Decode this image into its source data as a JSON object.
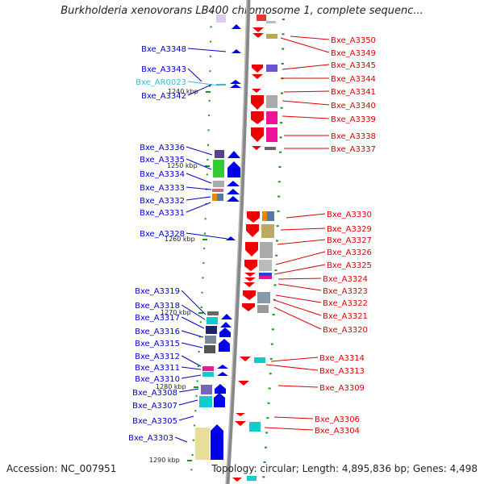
{
  "title": "Burkholderia xenovorans LB400 chromosome 1, complete sequenc...",
  "footer": {
    "accession": "Accession: NC_007951",
    "summary": "Topology: circular; Length: 4,895,836 bp; Genes: 4,498"
  },
  "colors": {
    "left_strand_label": "#0000cc",
    "right_strand_label": "#dd0000",
    "rna_label": "#33bbdd",
    "backbone": "#888888",
    "tick": "#119911"
  },
  "kbp_ticks": [
    "1240 kbp",
    "1250 kbp",
    "1260 kbp",
    "1270 kbp",
    "1280 kbp",
    "1290 kbp"
  ],
  "left_labels": [
    "Bxe_A3348",
    "Bxe_A3343",
    "Bxe_AR0023",
    "Bxe_A3342",
    "Bxe_A3336",
    "Bxe_A3335",
    "Bxe_A3334",
    "Bxe_A3333",
    "Bxe_A3332",
    "Bxe_A3331",
    "Bxe_A3328",
    "Bxe_A3319",
    "Bxe_A3318",
    "Bxe_A3317",
    "Bxe_A3316",
    "Bxe_A3315",
    "Bxe_A3312",
    "Bxe_A3311",
    "Bxe_A3310",
    "Bxe_A3308",
    "Bxe_A3307",
    "Bxe_A3305",
    "Bxe_A3303"
  ],
  "right_labels": [
    "Bxe_A3350",
    "Bxe_A3349",
    "Bxe_A3345",
    "Bxe_A3344",
    "Bxe_A3341",
    "Bxe_A3340",
    "Bxe_A3339",
    "Bxe_A3338",
    "Bxe_A3337",
    "Bxe_A3330",
    "Bxe_A3329",
    "Bxe_A3327",
    "Bxe_A3326",
    "Bxe_A3325",
    "Bxe_A3324",
    "Bxe_A3323",
    "Bxe_A3322",
    "Bxe_A3321",
    "Bxe_A3320",
    "Bxe_A3314",
    "Bxe_A3313",
    "Bxe_A3309",
    "Bxe_A3306",
    "Bxe_A3304"
  ]
}
